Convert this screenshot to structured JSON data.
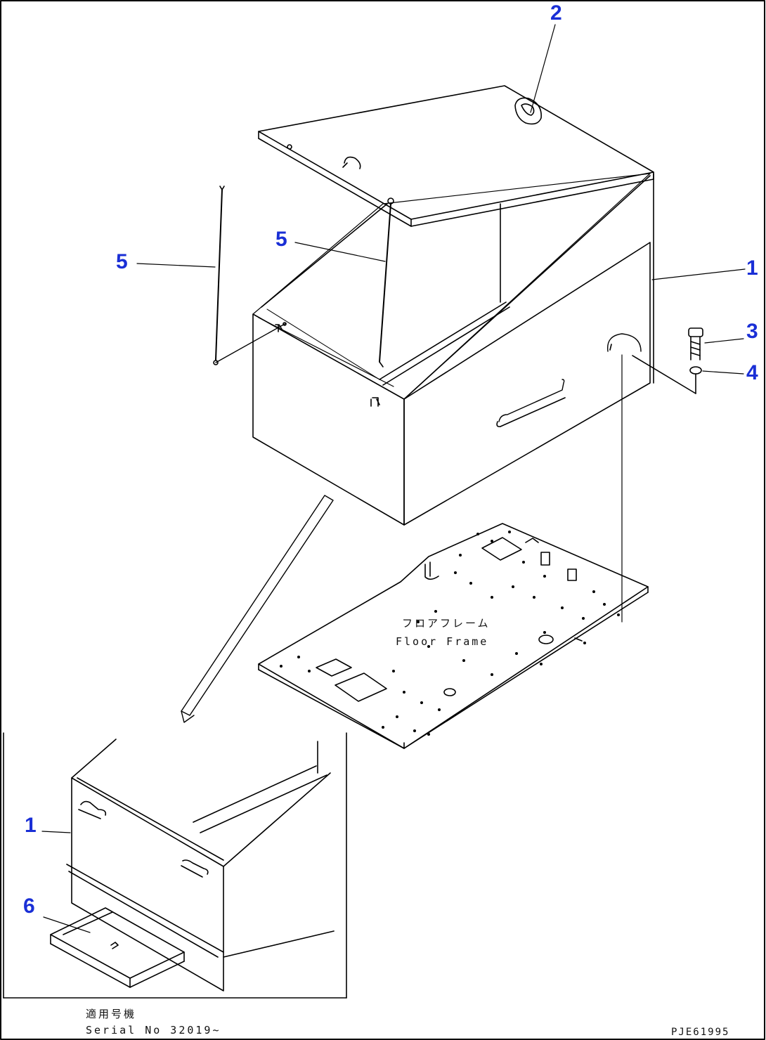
{
  "callouts": {
    "c1_top": "1",
    "c1_inset": "1",
    "c2": "2",
    "c3": "3",
    "c4": "4",
    "c5_left": "5",
    "c5_mid": "5",
    "c6": "6"
  },
  "floor_frame": {
    "jp": "フロアフレーム",
    "en": "Floor Frame"
  },
  "serial": {
    "jp": "適用号機",
    "en": "Serial No 32019~"
  },
  "drawing_code": "PJE61995"
}
